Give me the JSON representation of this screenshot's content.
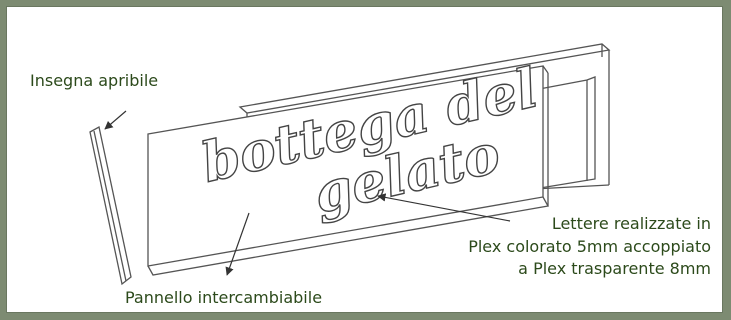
{
  "sign_text": {
    "line1": "bottega del",
    "line2": "gelato"
  },
  "labels": {
    "insegna": "Insegna apribile",
    "pannello": "Pannello intercambiabile",
    "lettere": [
      "Lettere realizzate in",
      "Plex colorato 5mm accoppiato",
      "a Plex trasparente 8mm"
    ]
  },
  "colors": {
    "background": "#7d8b72",
    "text": "#2c4a1b",
    "lines": "#555555"
  }
}
